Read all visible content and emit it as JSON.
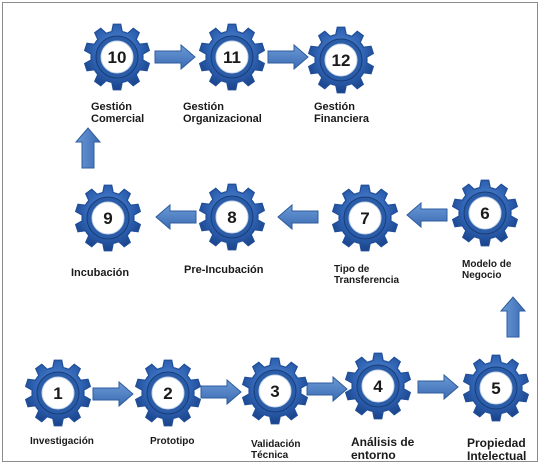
{
  "stages": [
    {
      "number": "1",
      "label_lines": [
        "Investigación"
      ]
    },
    {
      "number": "2",
      "label_lines": [
        "Prototipo"
      ]
    },
    {
      "number": "3",
      "label_lines": [
        "Validación",
        "Técnica"
      ]
    },
    {
      "number": "4",
      "label_lines": [
        "Análisis de",
        "entorno"
      ]
    },
    {
      "number": "5",
      "label_lines": [
        "Propiedad",
        "Intelectual"
      ]
    },
    {
      "number": "6",
      "label_lines": [
        "Modelo de",
        "Negocio"
      ]
    },
    {
      "number": "7",
      "label_lines": [
        "Tipo de",
        "Transferencia"
      ]
    },
    {
      "number": "8",
      "label_lines": [
        "Pre-Incubación"
      ]
    },
    {
      "number": "9",
      "label_lines": [
        "Incubación"
      ]
    },
    {
      "number": "10",
      "label_lines": [
        "Gestión",
        "Comercial"
      ]
    },
    {
      "number": "11",
      "label_lines": [
        "Gestión",
        "Organizacional"
      ]
    },
    {
      "number": "12",
      "label_lines": [
        "Gestión",
        "Financiera"
      ]
    }
  ],
  "colors": {
    "gear_outer": "#1f4e99",
    "gear_mid": "#3f77c8",
    "gear_inner_ring": "#2a5ca8",
    "center_fill": "#ffffff",
    "arrow": "#4a7bc1",
    "arrow_stroke": "#2f5c9e",
    "text": "#1a1a1a"
  },
  "icons": {
    "gear": "gear-icon",
    "arrow": "arrow-icon"
  }
}
